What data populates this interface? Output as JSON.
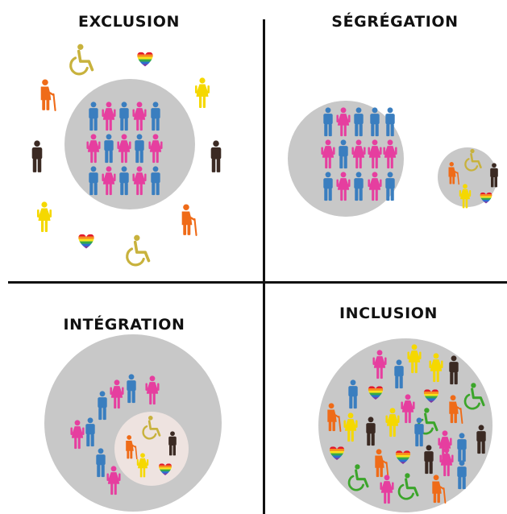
{
  "titles": {
    "exclusion": "EXCLUSION",
    "segregation": "SÉGRÉGATION",
    "integration": "INTÉGRATION",
    "inclusion": "INCLUSION"
  },
  "colors": {
    "male": "#3a7ebf",
    "female": "#e63e9f",
    "dark": "#3b2a23",
    "yellow": "#f5d800",
    "elder": "#ef6b18",
    "wheelchair": "#c8b23d",
    "wheelchair_green": "#3ba52a",
    "circle": "#c8c8c8",
    "inner_circle": "#eee3e0"
  },
  "icons": [
    "male-figure-icon",
    "female-figure-icon",
    "elderly-person-icon",
    "wheelchair-icon",
    "rainbow-heart-icon"
  ]
}
